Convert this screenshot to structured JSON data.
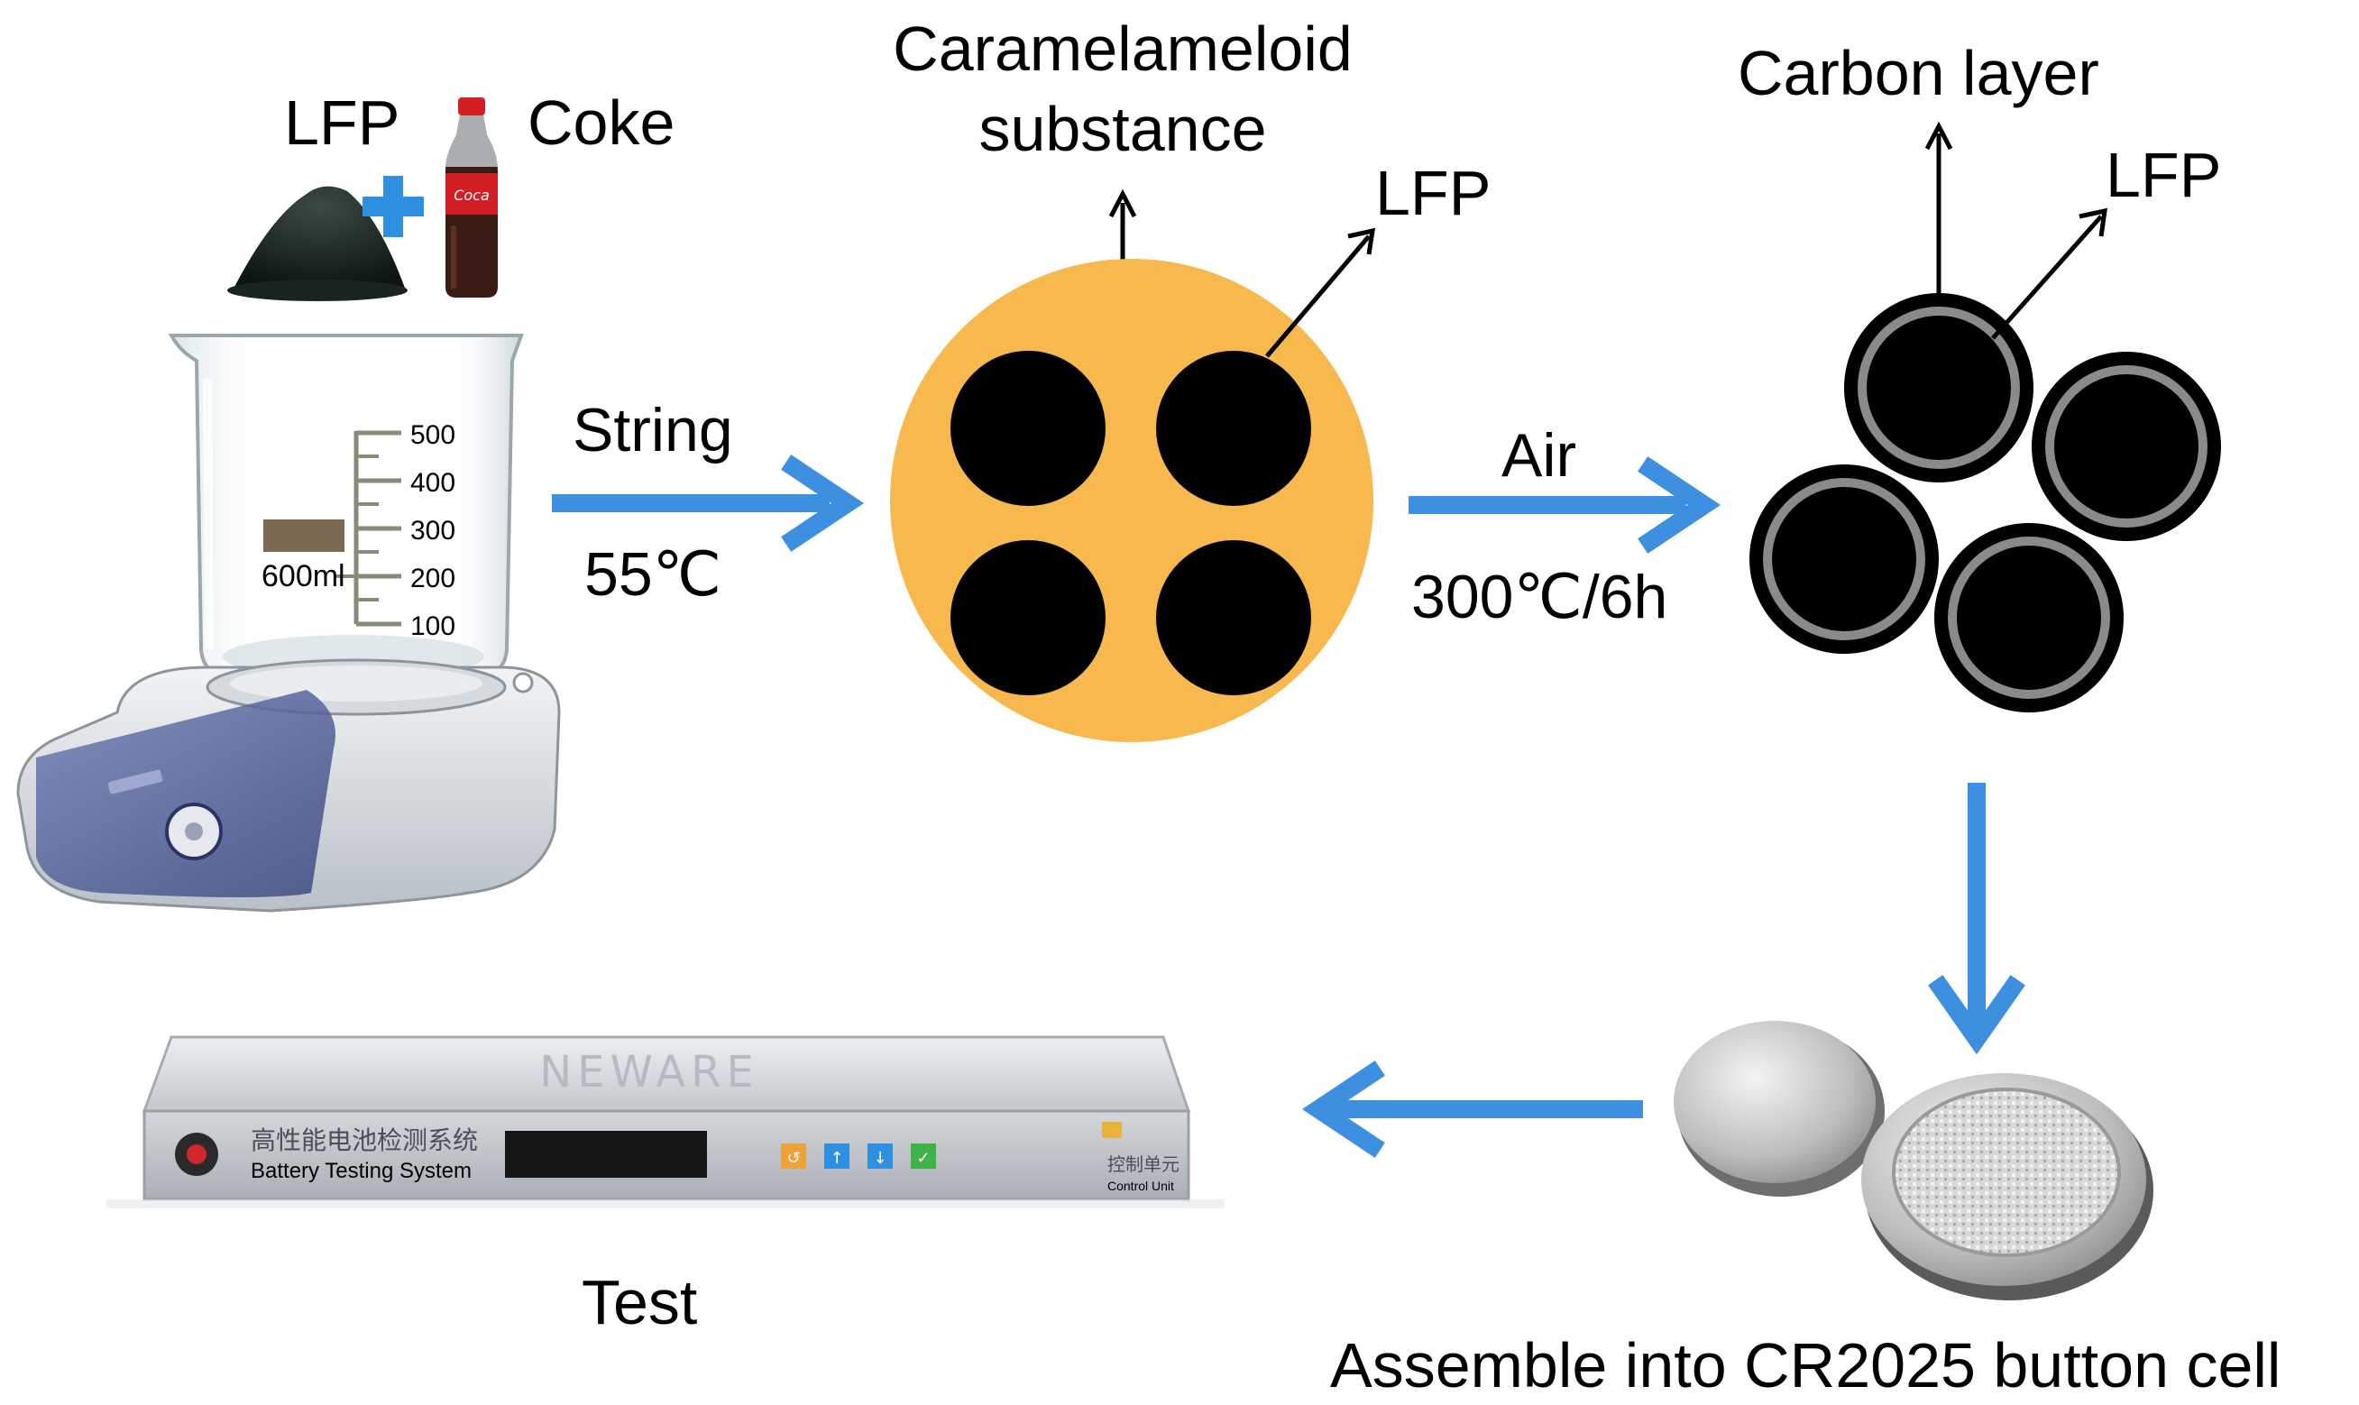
{
  "labels": {
    "lfp_top": "LFP",
    "coke": "Coke",
    "caramel_line1": "Caramelameloid",
    "caramel_line2": "substance",
    "lfp_mid": "LFP",
    "carbon_layer": "Carbon layer",
    "lfp_right": "LFP",
    "string": "String",
    "temp1": "55℃",
    "air": "Air",
    "temp2": "300℃/6h",
    "test": "Test",
    "assemble": "Assemble into CR2025 button cell"
  },
  "beaker": {
    "ticks": [
      "500",
      "400",
      "300",
      "200",
      "100"
    ],
    "volume": "600ml"
  },
  "tester": {
    "title_cn": "高性能电池检测系统",
    "title_en": "Battery Testing System",
    "brand": "NEWARE",
    "unit_cn": "控制单元",
    "unit_en": "Control Unit"
  },
  "colors": {
    "arrow": "#3d8fe0",
    "caramel": "#f7b84d",
    "particle": "#000000",
    "carbon_ring": "#8a8a8a",
    "plus": "#2f8fe0",
    "coke_red": "#d21f26"
  }
}
